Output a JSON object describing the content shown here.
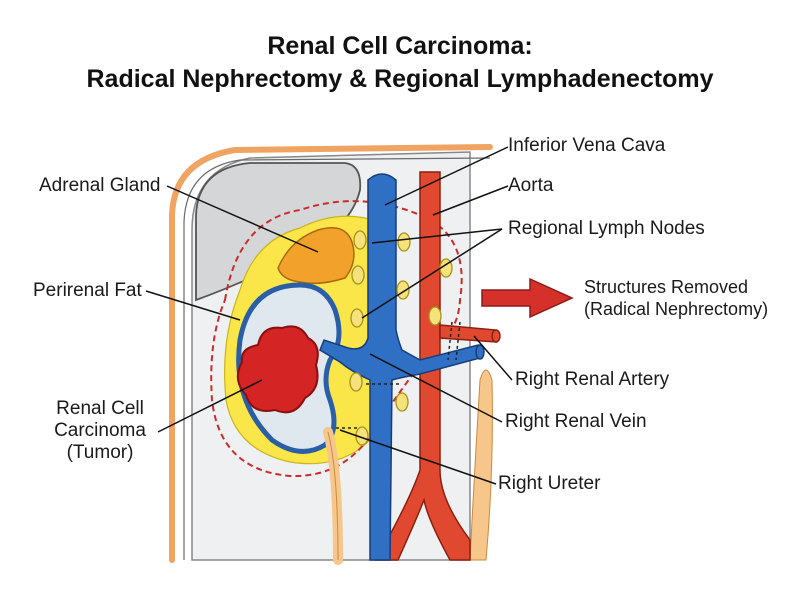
{
  "title": {
    "line1": "Renal Cell Carcinoma:",
    "line2": "Radical Nephrectomy & Regional Lymphadenectomy"
  },
  "labels": {
    "inferior_vena_cava": "Inferior Vena Cava",
    "aorta": "Aorta",
    "regional_lymph_nodes": "Regional Lymph Nodes",
    "adrenal_gland": "Adrenal Gland",
    "perirenal_fat": "Perirenal Fat",
    "tumor_line1": "Renal Cell",
    "tumor_line2": "Carcinoma",
    "tumor_line3": "(Tumor)",
    "structures_removed_line1": "Structures Removed",
    "structures_removed_line2": "(Radical Nephrectomy)",
    "right_renal_artery": "Right Renal Artery",
    "right_renal_vein": "Right Renal Vein",
    "right_ureter": "Right Ureter"
  },
  "colors": {
    "ivc": "#2f6fc4",
    "aorta": "#e0492f",
    "fat": "#fbe64a",
    "adrenal": "#f2a12a",
    "tumor": "#d42424",
    "node": "#f5e27a",
    "dashed_margin": "#cc2b2b",
    "body_wall": "#f0a462",
    "liver": "#d4d6d8",
    "arrow": "#d6302a"
  }
}
